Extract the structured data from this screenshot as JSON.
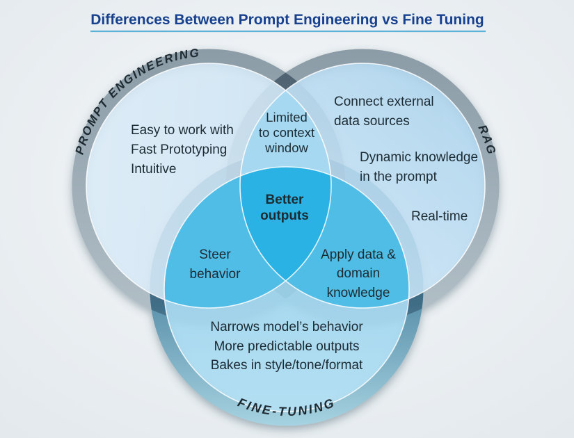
{
  "title": {
    "text": "Differences Between Prompt Engineering vs Fine Tuning"
  },
  "colors": {
    "title": "#17418f",
    "underline": "#5fb0d6",
    "background_center": "#f4f7f9",
    "background_edge": "#e2e8ec",
    "body_text": "#1c2b33",
    "ring_label_text": "#1e2a31",
    "gray_ring_top": "#8b9ca7",
    "gray_ring_bottom": "#b3c0c8",
    "ft_ring_top": "#44809d",
    "ft_ring_mid": "#5d93ad",
    "ft_ring_bottom": "#a8d4e2",
    "pe_fill_left": "#dbecf8",
    "pe_fill_right": "#cbe2f2",
    "rag_fill_top": "#abd3ed",
    "rag_fill_bottom": "#d3e9f8",
    "ft_fill_top": "#8fcfec",
    "ft_fill_bottom": "#abdcf2",
    "overlap_pe_rag": "#a6d9f1",
    "overlap_pe_ft": "#50bde6",
    "overlap_rag_ft": "#50bde6",
    "overlap_center": "#29b2e3",
    "divider_line": "#ffffff"
  },
  "circles": {
    "prompt_engineering": {
      "ring_label": "PROMPT ENGINEERING",
      "items": [
        "Easy to work with",
        "Fast Prototyping",
        "Intuitive"
      ]
    },
    "rag": {
      "ring_label": "RAG",
      "item_connect_lines": [
        "Connect external",
        "data sources"
      ],
      "item_dynamic_lines": [
        "Dynamic knowledge",
        "in the prompt"
      ],
      "item_realtime": "Real-time"
    },
    "fine_tuning": {
      "ring_label": "FINE-TUNING",
      "items": [
        "Narrows model’s behavior",
        "More predictable outputs",
        "Bakes in style/tone/format"
      ]
    }
  },
  "overlaps": {
    "prompt_rag": {
      "lines": [
        "Limited",
        "to context",
        "window"
      ]
    },
    "prompt_finetuning": {
      "lines": [
        "Steer",
        "behavior"
      ]
    },
    "rag_finetuning": {
      "lines": [
        "Apply data &",
        "domain",
        "knowledge"
      ]
    },
    "center": {
      "lines": [
        "Better",
        "outputs"
      ]
    }
  }
}
